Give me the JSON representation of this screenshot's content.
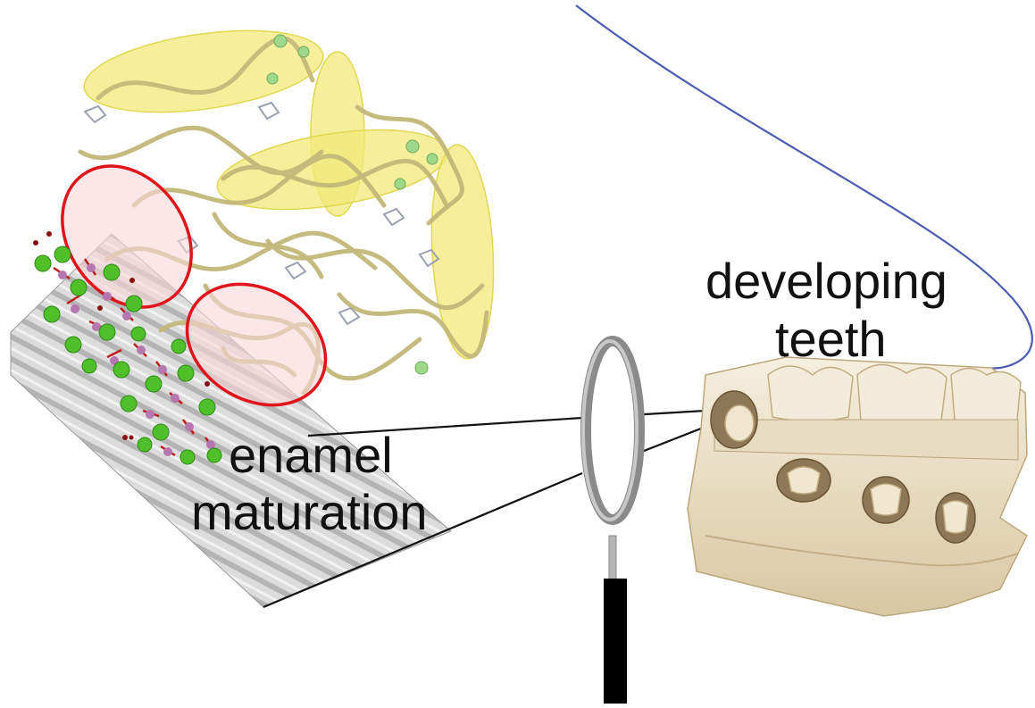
{
  "labels": {
    "developing_line1": "developing",
    "developing_line2": "teeth",
    "enamel_line1": "enamel",
    "enamel_line2": "maturation"
  },
  "colors": {
    "protein_strand": "#c8bf86",
    "yellow_highlight": "#f2ea7a",
    "red_outline": "#e0141c",
    "pink_fill": "#f8d5d8",
    "calcium": "#4fbf2a",
    "phosphate": "#b676b0",
    "oxygen_bond": "#c11c1c",
    "curve": "#4a5db2",
    "lens_frame": "#909090",
    "handle": "#000000",
    "bone": "#eee3cc"
  },
  "icons": [
    "magnifying-glass-icon",
    "protein-structure",
    "enamel-crystal",
    "jaw-specimen"
  ]
}
